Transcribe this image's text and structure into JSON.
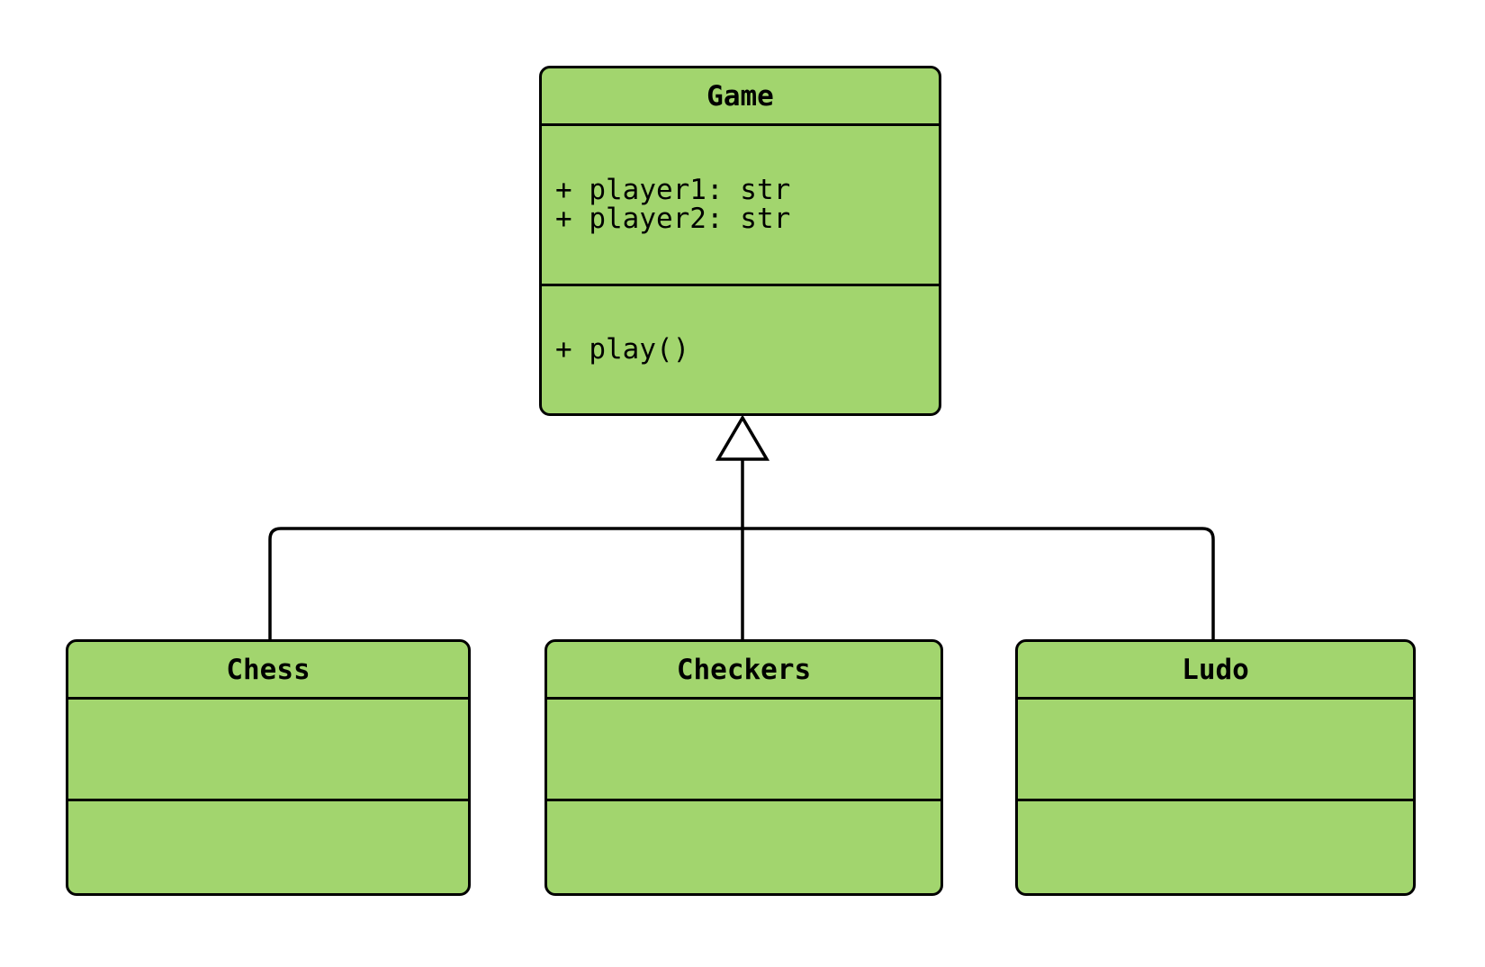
{
  "diagram": {
    "type": "uml-class-diagram",
    "colors": {
      "bg": "#ffffff",
      "node_fill": "#a2d56e",
      "node_stroke": "#000000",
      "line": "#000000",
      "arrow_fill": "#ffffff"
    },
    "classes": [
      {
        "name": "Game",
        "attributes": [
          "+ player1: str",
          "+ player2: str"
        ],
        "methods": [
          "+ play()"
        ]
      },
      {
        "name": "Chess",
        "attributes": [],
        "methods": []
      },
      {
        "name": "Checkers",
        "attributes": [],
        "methods": []
      },
      {
        "name": "Ludo",
        "attributes": [],
        "methods": []
      }
    ],
    "relations": [
      {
        "from": "Chess",
        "to": "Game",
        "type": "inheritance"
      },
      {
        "from": "Checkers",
        "to": "Game",
        "type": "inheritance"
      },
      {
        "from": "Ludo",
        "to": "Game",
        "type": "inheritance"
      }
    ]
  }
}
